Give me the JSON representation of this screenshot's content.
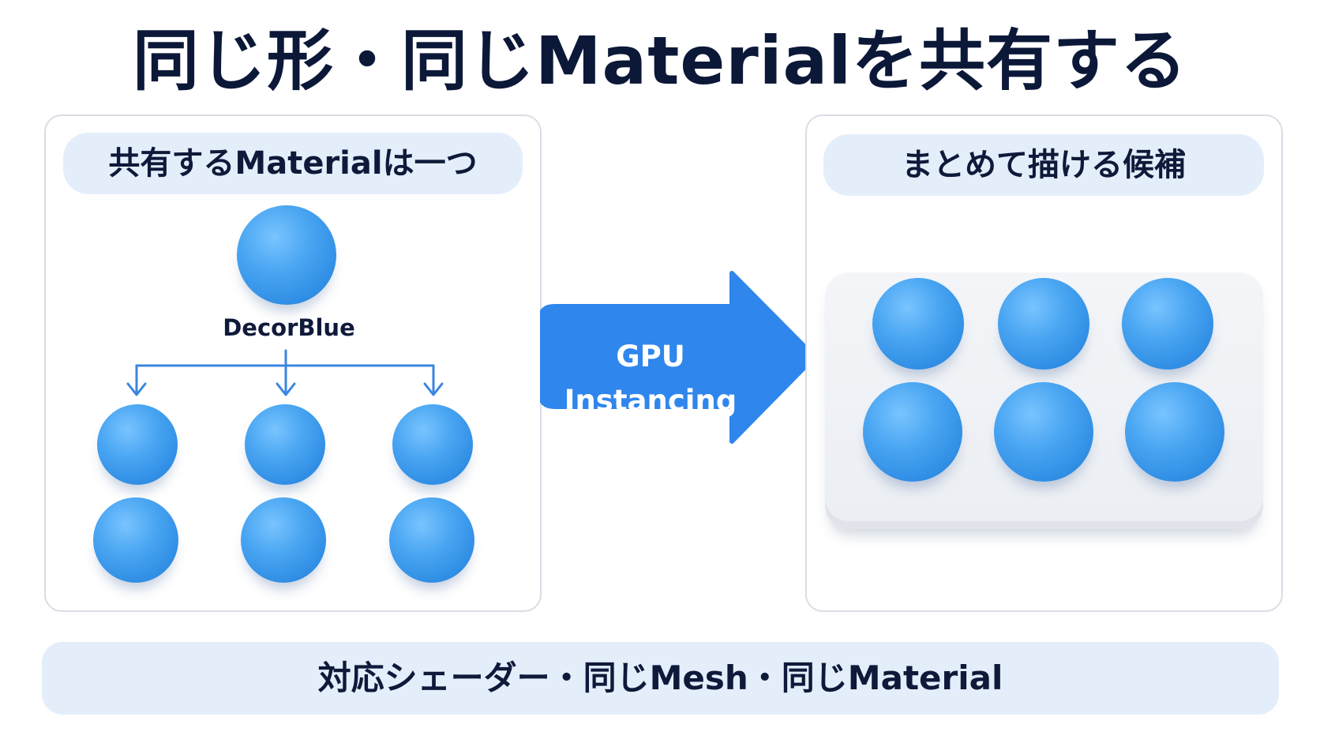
{
  "title": "同じ形・同じMaterialを共有する",
  "left_panel": {
    "header": "共有するMaterialは一つ",
    "source_label": "DecorBlue"
  },
  "arrow": {
    "label": "GPU Instancing"
  },
  "right_panel": {
    "header": "まとめて描ける候補"
  },
  "footer": {
    "text": "対応シェーダー・同じMesh・同じMaterial"
  },
  "colors": {
    "sphere": "#3d9aea",
    "arrow": "#2f86ec",
    "pill_bg": "#e4eefb",
    "title_text": "#0c1838"
  }
}
